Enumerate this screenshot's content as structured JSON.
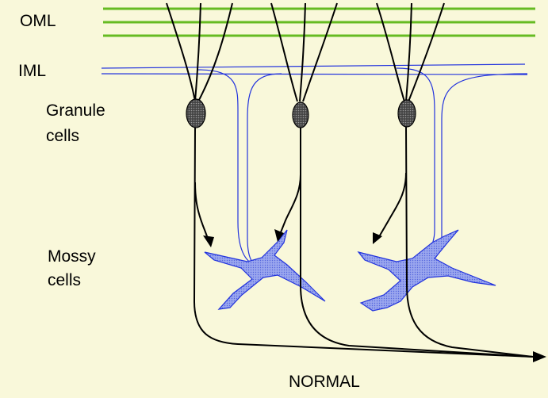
{
  "layers": {
    "oml": "OML",
    "iml": "IML"
  },
  "cells": {
    "granule_line1": "Granule",
    "granule_line2": "cells",
    "mossy_line1": "Mossy",
    "mossy_line2": "cells"
  },
  "condition": "NORMAL",
  "colors": {
    "background": "#f9f8da",
    "oml_lines": "#66bb22",
    "iml_lines": "#2233dd",
    "mossy_fill": "#8f9ff0",
    "granule_fill": "#555555",
    "axon": "#000000"
  }
}
